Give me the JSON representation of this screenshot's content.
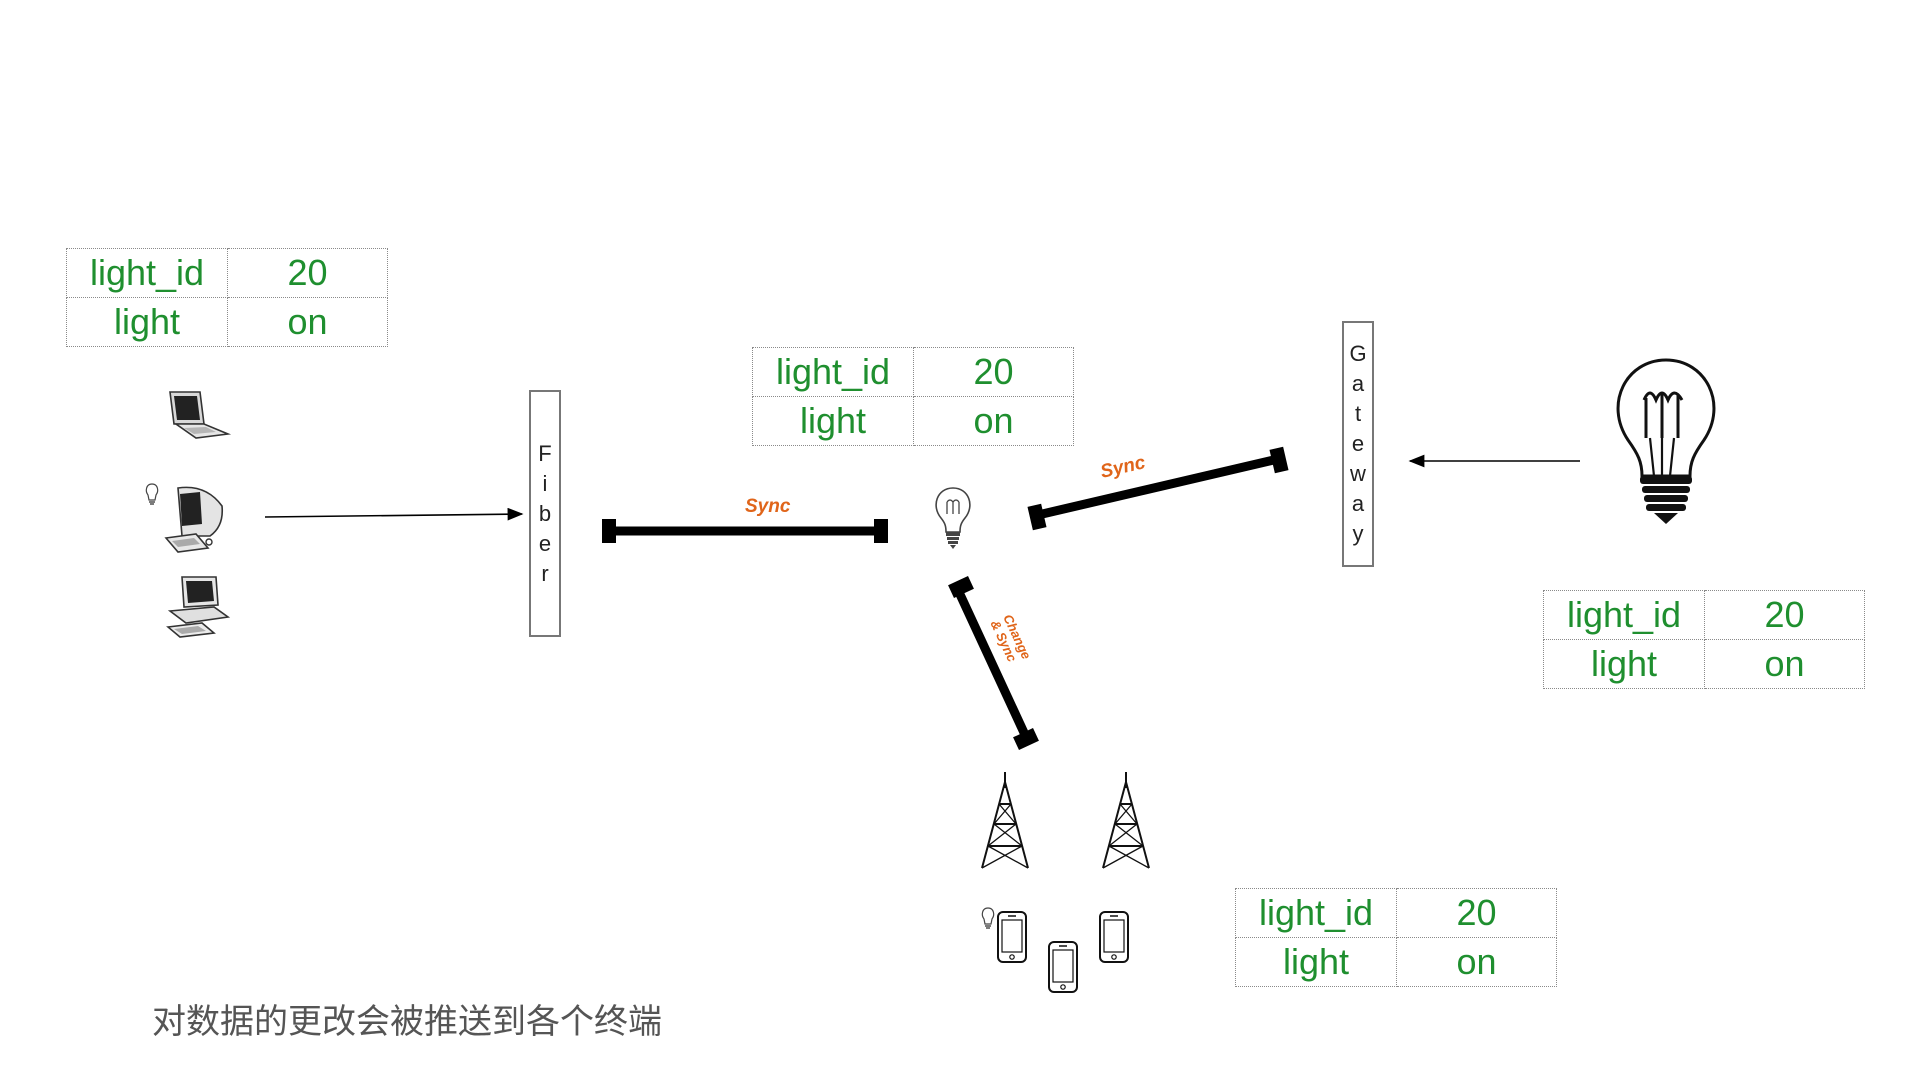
{
  "tables": [
    {
      "key_1": "light_id",
      "val_1": "20",
      "key_2": "light",
      "val_2": "on"
    },
    {
      "key_1": "light_id",
      "val_1": "20",
      "key_2": "light",
      "val_2": "on"
    },
    {
      "key_1": "light_id",
      "val_1": "20",
      "key_2": "light",
      "val_2": "on"
    },
    {
      "key_1": "light_id",
      "val_1": "20",
      "key_2": "light",
      "val_2": "on"
    }
  ],
  "fiber_label": [
    "F",
    "i",
    "b",
    "e",
    "r"
  ],
  "gateway_label": [
    "G",
    "a",
    "t",
    "e",
    "w",
    "a",
    "y"
  ],
  "links": {
    "left": "Sync",
    "right": "Sync",
    "bottom_line1": "Change",
    "bottom_line2": "& Sync"
  },
  "caption": "对数据的更改会被推送到各个终端",
  "colors": {
    "table_text": "#1f8f2f",
    "sync_label": "#e0651a",
    "link_bar": "#000000"
  },
  "icons": [
    "laptop-icon",
    "desktop-monitor-icon",
    "desktop-computer-icon",
    "small-lightbulb-icon",
    "center-lightbulb-icon",
    "large-lightbulb-icon",
    "cell-tower-icon",
    "smartphone-icon"
  ]
}
